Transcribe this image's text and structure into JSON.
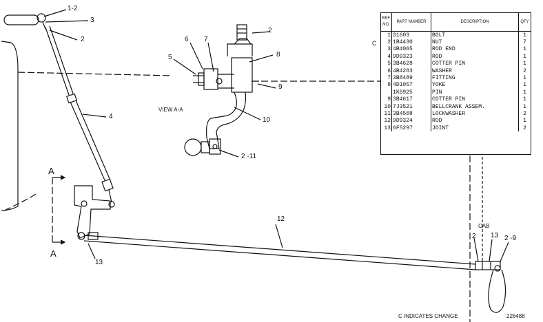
{
  "callouts": {
    "c1_2": "1-2",
    "c3": "3",
    "c2_top": "2",
    "c4": "4",
    "c13_left": "13",
    "c12": "12",
    "c2_view": "2",
    "c6": "6",
    "c7": "7",
    "c5": "5",
    "c8": "8",
    "c9": "9",
    "c10": "10",
    "c2_11": "2 -11",
    "cab": "CAB",
    "c2_right": "2",
    "c13_right": "13",
    "c2_9": "2 -9"
  },
  "view_label": "VIEW A-A",
  "section_a_top": "A",
  "section_a_bottom": "A",
  "change_mark": "C",
  "footer": {
    "change_note": "C INDICATES CHANGE",
    "drawing_number": "226488"
  },
  "parts_list": {
    "headers": {
      "ref": "REF. NO.",
      "part": "PART NUMBER",
      "desc": "DESCRIPTION",
      "qty": "QTY"
    },
    "rows": [
      {
        "ref": "1",
        "part": "S1603",
        "desc": "BOLT",
        "qty": "1"
      },
      {
        "ref": "2",
        "part": "1B4430",
        "desc": "NUT",
        "qty": "7"
      },
      {
        "ref": "3",
        "part": "4B4065",
        "desc": "ROD END",
        "qty": "1"
      },
      {
        "ref": "4",
        "part": "9D9323",
        "desc": "ROD",
        "qty": "1"
      },
      {
        "ref": "5",
        "part": "3B4628",
        "desc": "COTTER PIN",
        "qty": "1"
      },
      {
        "ref": "6",
        "part": "4B4283",
        "desc": "WASHER",
        "qty": "2"
      },
      {
        "ref": "7",
        "part": "3B8489",
        "desc": "FITTING",
        "qty": "1"
      },
      {
        "ref": "8",
        "part": "4D1057",
        "desc": "YOKE",
        "qty": "1"
      },
      {
        "ref": "",
        "part": "1K6925",
        "desc": "PIN",
        "qty": "1"
      },
      {
        "ref": "9",
        "part": "3B4617",
        "desc": "COTTER PIN",
        "qty": "1"
      },
      {
        "ref": "10",
        "part": "7J3521",
        "desc": "BELLCRANK ASSEM.",
        "qty": "1"
      },
      {
        "ref": "11",
        "part": "3B4508",
        "desc": "LOCKWASHER",
        "qty": "2"
      },
      {
        "ref": "12",
        "part": "9D9324",
        "desc": "ROD",
        "qty": "1"
      },
      {
        "ref": "13",
        "part": "6F5297",
        "desc": "JOINT",
        "qty": "2"
      }
    ]
  }
}
